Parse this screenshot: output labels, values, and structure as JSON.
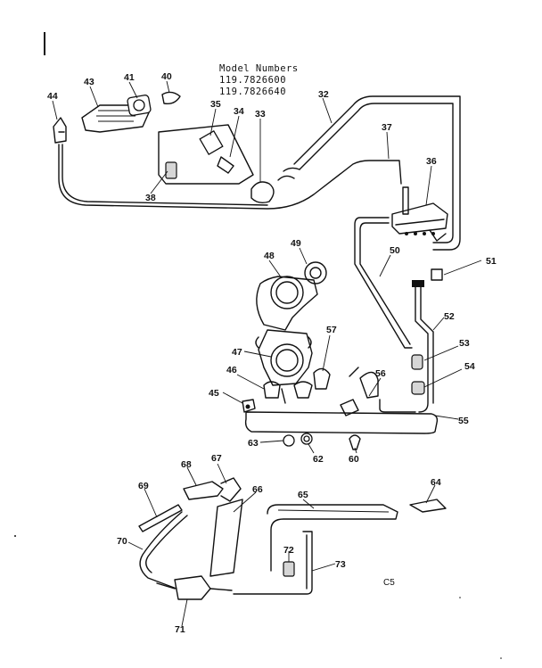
{
  "model": {
    "heading": "Model Numbers",
    "numbers": [
      "119.7826600",
      "119.7826640"
    ]
  },
  "parts": [
    "32",
    "33",
    "34",
    "35",
    "36",
    "37",
    "38",
    "40",
    "41",
    "43",
    "44",
    "45",
    "46",
    "47",
    "48",
    "49",
    "50",
    "51",
    "52",
    "53",
    "54",
    "55",
    "56",
    "57",
    "60",
    "62",
    "63",
    "64",
    "65",
    "66",
    "67",
    "68",
    "69",
    "70",
    "71",
    "72",
    "73"
  ],
  "code": "C5"
}
